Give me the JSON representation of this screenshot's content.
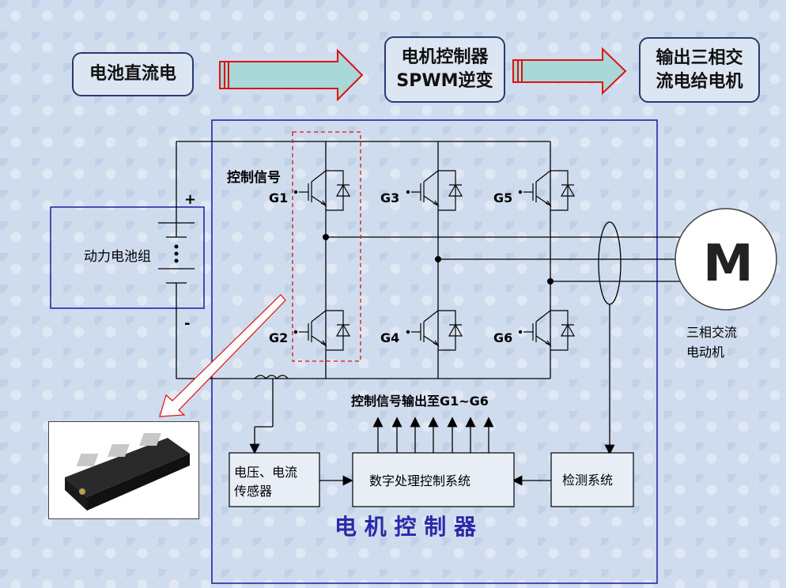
{
  "header": {
    "box1": "电池直流电",
    "box2_line1": "电机控制器",
    "box2_line2": "SPWM逆变",
    "box3_line1": "输出三相交",
    "box3_line2": "流电给电机"
  },
  "circuit": {
    "control_signal_label": "控制信号",
    "gates": [
      "G1",
      "G2",
      "G3",
      "G4",
      "G5",
      "G6"
    ],
    "plus": "+",
    "minus": "-",
    "battery_label": "动力电池组",
    "motor_letter": "M",
    "motor_label_line1": "三相交流",
    "motor_label_line2": "电动机",
    "control_output_label": "控制信号输出至G1~G6",
    "sensor_line1": "电压、电流",
    "sensor_line2": "传感器",
    "dsp_label": "数字处理控制系统",
    "detect_label": "检测系统",
    "controller_title": "电 机 控 制 器"
  },
  "colors": {
    "frame": "#1a1aa0",
    "arrow_fill": "#a8d8d8",
    "arrow_stroke": "#e01010",
    "title_blue": "#2a2aa8",
    "dashed_red": "#e01010"
  }
}
